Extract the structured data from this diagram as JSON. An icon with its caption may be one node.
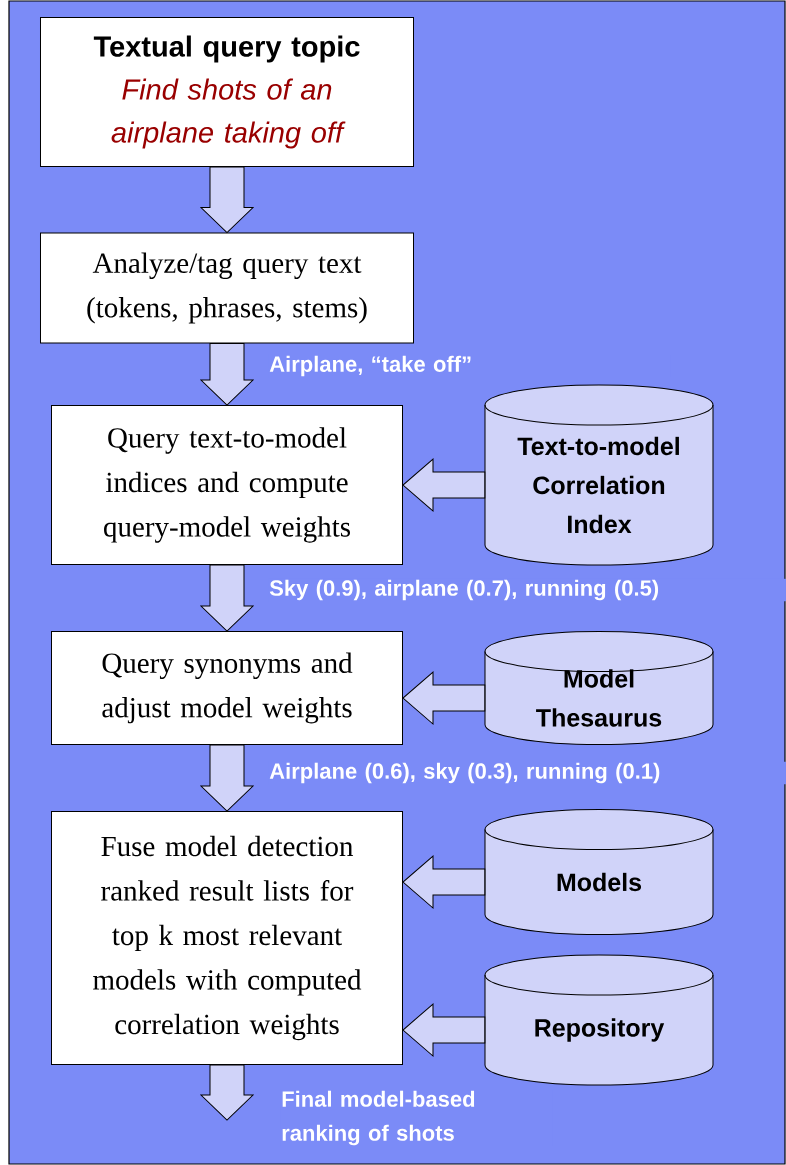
{
  "diagram": {
    "nodes": [
      {
        "text": [
          "Textual query topic",
          "Find shots of an airplane taking off"
        ]
      },
      {
        "text": [
          "Analyze/tag query text (tokens, phrases, stems)"
        ]
      },
      {
        "text": [
          "Query text-to-model indices and compute query-model weights"
        ]
      },
      {
        "text": [
          "Text-to-model Correlation Index"
        ]
      },
      {
        "text": [
          "Query synonyms and adjust model weights"
        ]
      },
      {
        "text": [
          "Model Thesaurus"
        ]
      },
      {
        "text": [
          "Fuse model detection ranked result lists for top k most relevant models with computed correlation weights"
        ]
      },
      {
        "text": [
          "Models"
        ]
      },
      {
        "text": [
          "Repository"
        ]
      }
    ],
    "edges": [
      {
        "from": 0,
        "to": 1,
        "arrow": "to"
      },
      {
        "from": 1,
        "to": 2,
        "arrow": "to",
        "label": "Airplane, “take off”"
      },
      {
        "from": 3,
        "to": 2,
        "arrow": "to"
      },
      {
        "from": 2,
        "to": 4,
        "arrow": "to",
        "label": "Sky (0.9), airplane (0.7), running (0.5)"
      },
      {
        "from": 5,
        "to": 4,
        "arrow": "to"
      },
      {
        "from": 4,
        "to": 6,
        "arrow": "to",
        "label": "Airplane (0.6), sky (0.3), running (0.1)"
      },
      {
        "from": 7,
        "to": 6,
        "arrow": "to"
      },
      {
        "from": 8,
        "to": 6,
        "arrow": "to"
      },
      {
        "from": 6,
        "to": null,
        "arrow": "to",
        "label": "Final model-based ranking of shots"
      }
    ]
  }
}
